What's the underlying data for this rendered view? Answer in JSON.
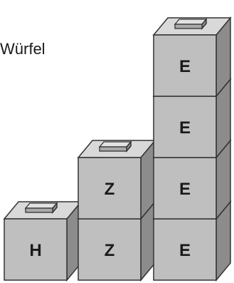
{
  "caption": "Würfel",
  "colors": {
    "front": "#bfbfbf",
    "top": "#d9d9d9",
    "side": "#8c8c8c",
    "outline": "#333333",
    "text": "#1a1a1a"
  },
  "towers": [
    {
      "name": "tower-h",
      "cubes": [
        "H"
      ]
    },
    {
      "name": "tower-z",
      "cubes": [
        "Z",
        "Z"
      ]
    },
    {
      "name": "tower-e",
      "cubes": [
        "E",
        "E",
        "E",
        "E"
      ]
    }
  ]
}
